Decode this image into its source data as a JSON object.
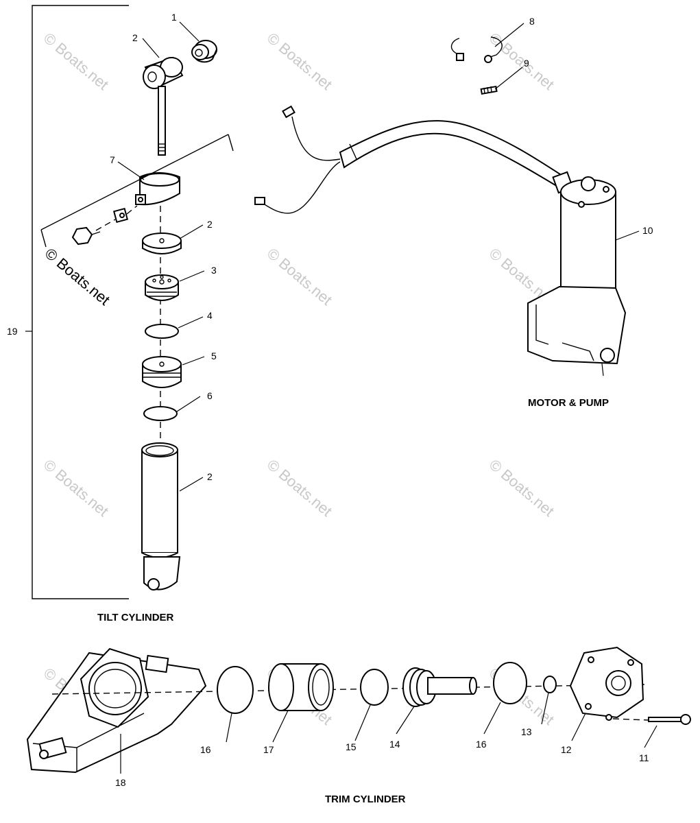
{
  "sections": {
    "tilt_cylinder": "TILT CYLINDER",
    "motor_pump": "MOTOR & PUMP",
    "trim_cylinder": "TRIM CYLINDER"
  },
  "callouts": {
    "c1": "1",
    "c2a": "2",
    "c2b": "2",
    "c2c": "2",
    "c3": "3",
    "c4": "4",
    "c5": "5",
    "c6": "6",
    "c7": "7",
    "c8": "8",
    "c9": "9",
    "c10": "10",
    "c11": "11",
    "c12": "12",
    "c13": "13",
    "c14": "14",
    "c15": "15",
    "c16a": "16",
    "c16b": "16",
    "c17": "17",
    "c18": "18",
    "c19": "19"
  },
  "watermark": {
    "text": "© Boats.net",
    "color_light": "#c8c8c8",
    "color_dark": "#000000"
  }
}
